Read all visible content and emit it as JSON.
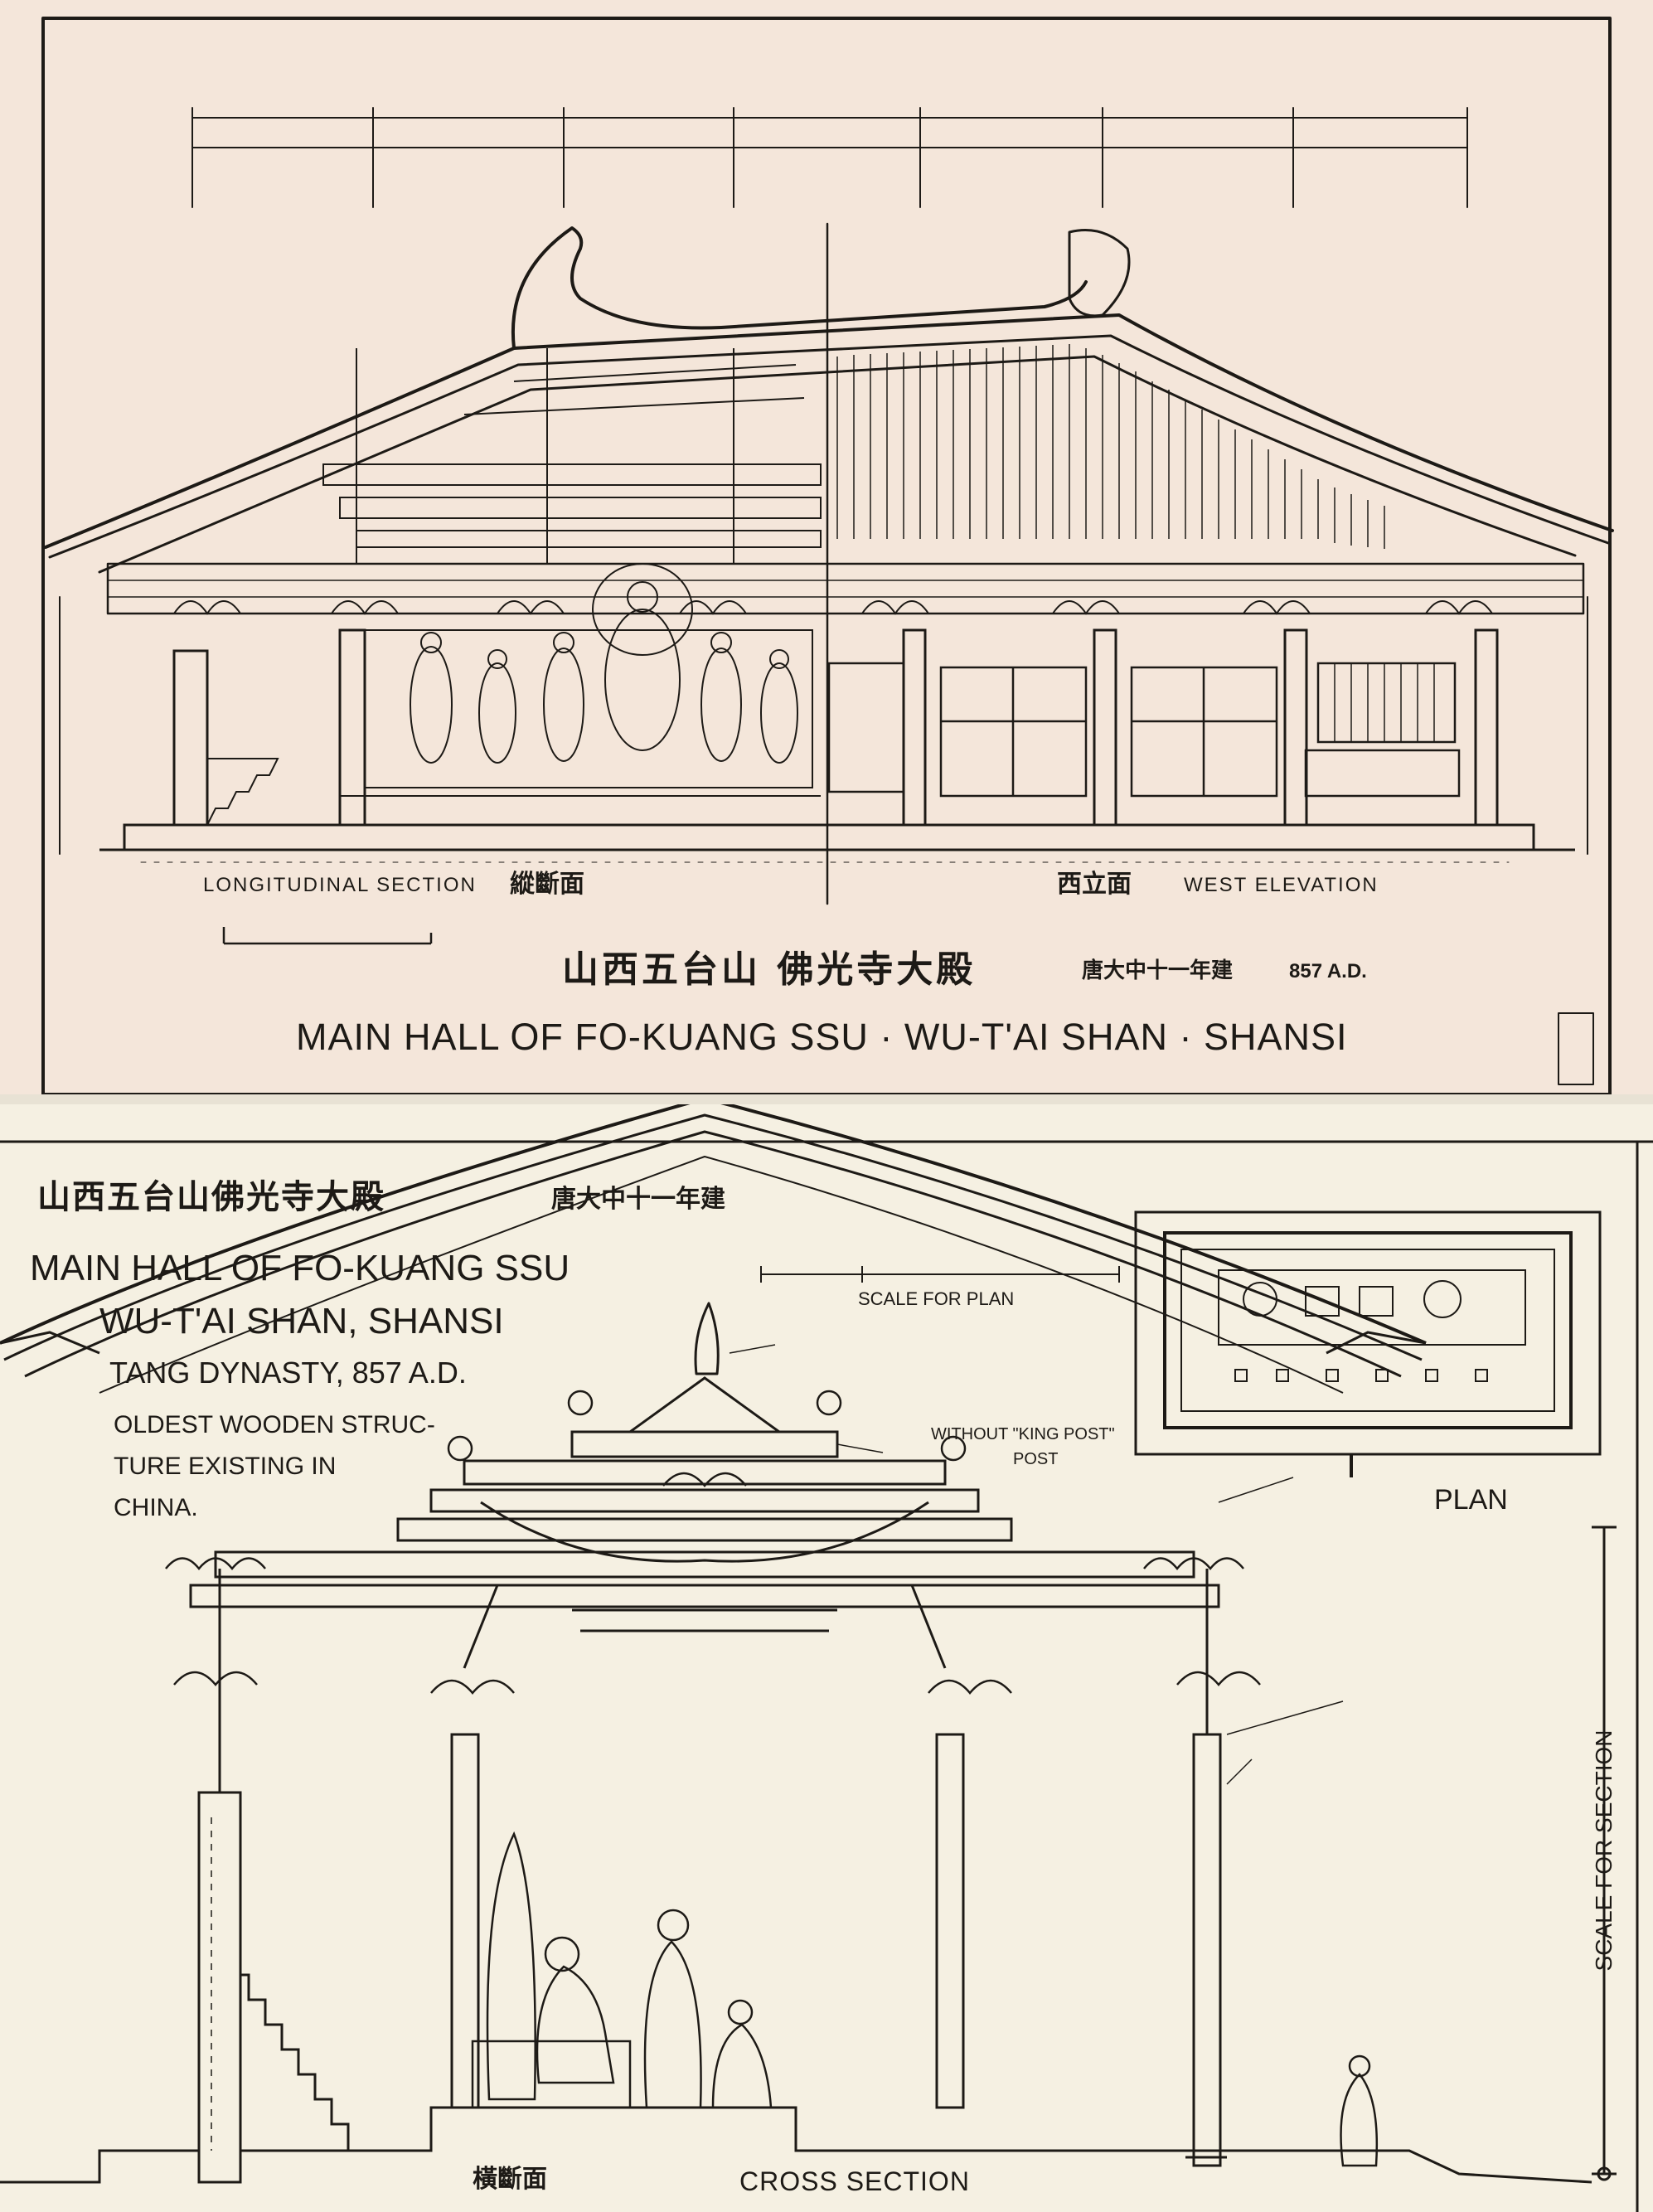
{
  "top_sheet": {
    "caption_left": "LONGITUDINAL SECTION",
    "caption_left_cn": "縱斷面",
    "caption_right_cn": "西立面",
    "caption_right": "WEST ELEVATION",
    "title_cn": "山西五台山 佛光寺大殿",
    "date_cn": "唐大中十一年建",
    "date": "857 A.D.",
    "title_en": "MAIN HALL OF FO-KUANG SSU · WU-T'AI SHAN · SHANSI"
  },
  "bottom_sheet": {
    "title_cn": "山西五台山佛光寺大殿",
    "date_cn": "唐大中十一年建",
    "title_en_line1": "MAIN HALL OF FO-KUANG SSU",
    "title_en_line2": "WU-T'AI SHAN, SHANSI",
    "dynasty": "TANG DYNASTY, 857 A.D.",
    "note_line1": "OLDEST WOODEN STRUC-",
    "note_line2": "TURE EXISTING IN",
    "note_line3": "CHINA.",
    "plan_label": "PLAN",
    "plan_scale": "SCALE FOR PLAN",
    "cross_section": "CROSS SECTION",
    "cross_section_cn": "橫斷面",
    "scale_section": "SCALE FOR SECTION",
    "annotation_hanmu": "WITHOUT \"KING POST\"",
    "annotation_post": "POST"
  },
  "colors": {
    "ink": "#1d1a16",
    "paper_top": "#f4e6da",
    "paper_bottom": "#f5f0e2"
  }
}
